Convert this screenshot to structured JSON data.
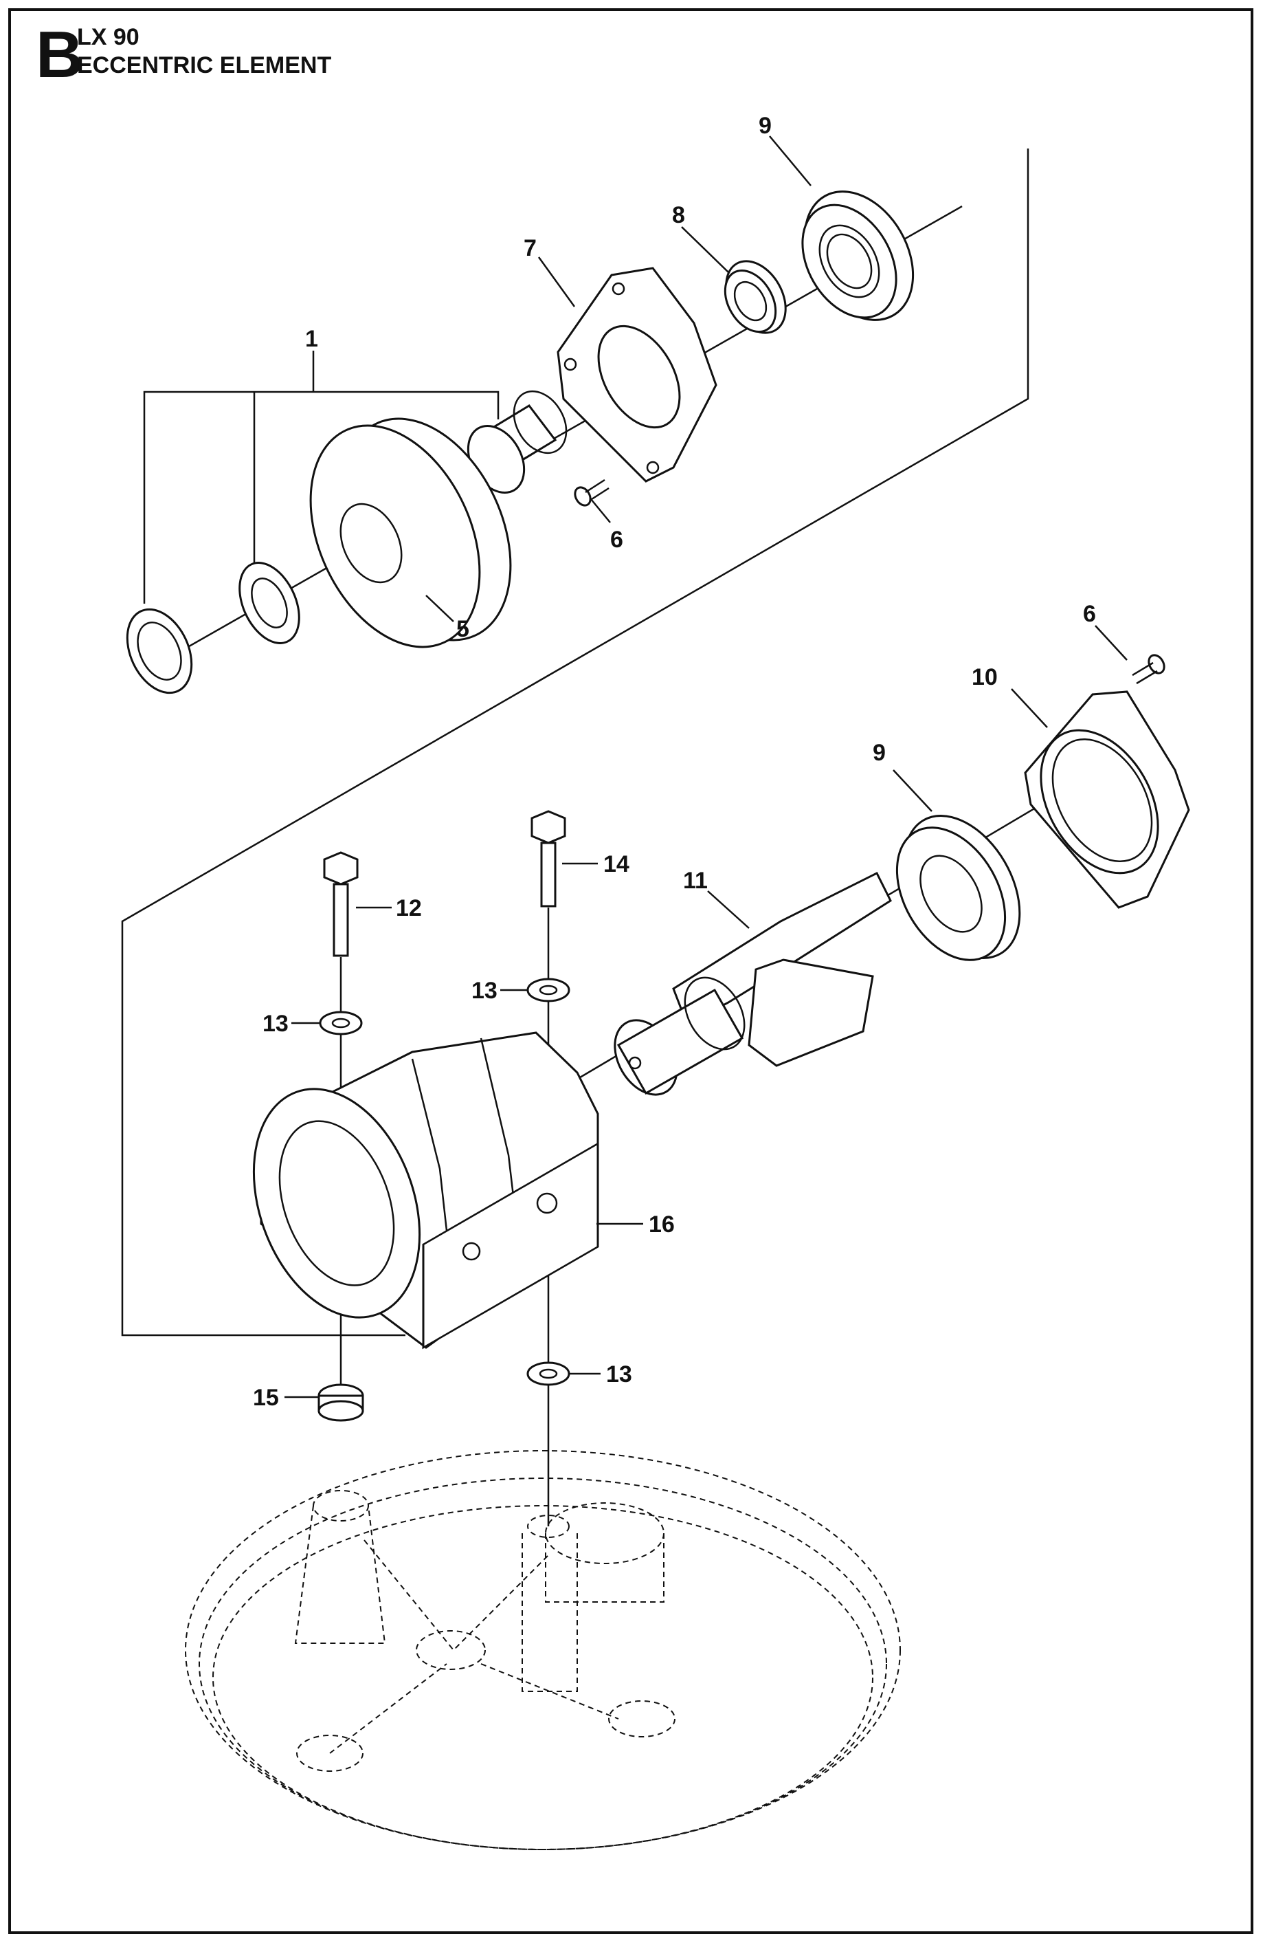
{
  "header": {
    "section_letter": "B",
    "model": "LX 90",
    "title": "ECCENTRIC ELEMENT"
  },
  "callouts": [
    {
      "id": "c1",
      "text": "1"
    },
    {
      "id": "c5",
      "text": "5"
    },
    {
      "id": "c6a",
      "text": "6"
    },
    {
      "id": "c7",
      "text": "7"
    },
    {
      "id": "c8",
      "text": "8"
    },
    {
      "id": "c9a",
      "text": "9"
    },
    {
      "id": "c6b",
      "text": "6"
    },
    {
      "id": "c10",
      "text": "10"
    },
    {
      "id": "c9b",
      "text": "9"
    },
    {
      "id": "c11",
      "text": "11"
    },
    {
      "id": "c12",
      "text": "12"
    },
    {
      "id": "c14",
      "text": "14"
    },
    {
      "id": "c13a",
      "text": "13"
    },
    {
      "id": "c13b",
      "text": "13"
    },
    {
      "id": "c16",
      "text": "16"
    },
    {
      "id": "c13c",
      "text": "13"
    },
    {
      "id": "c15",
      "text": "15"
    }
  ]
}
